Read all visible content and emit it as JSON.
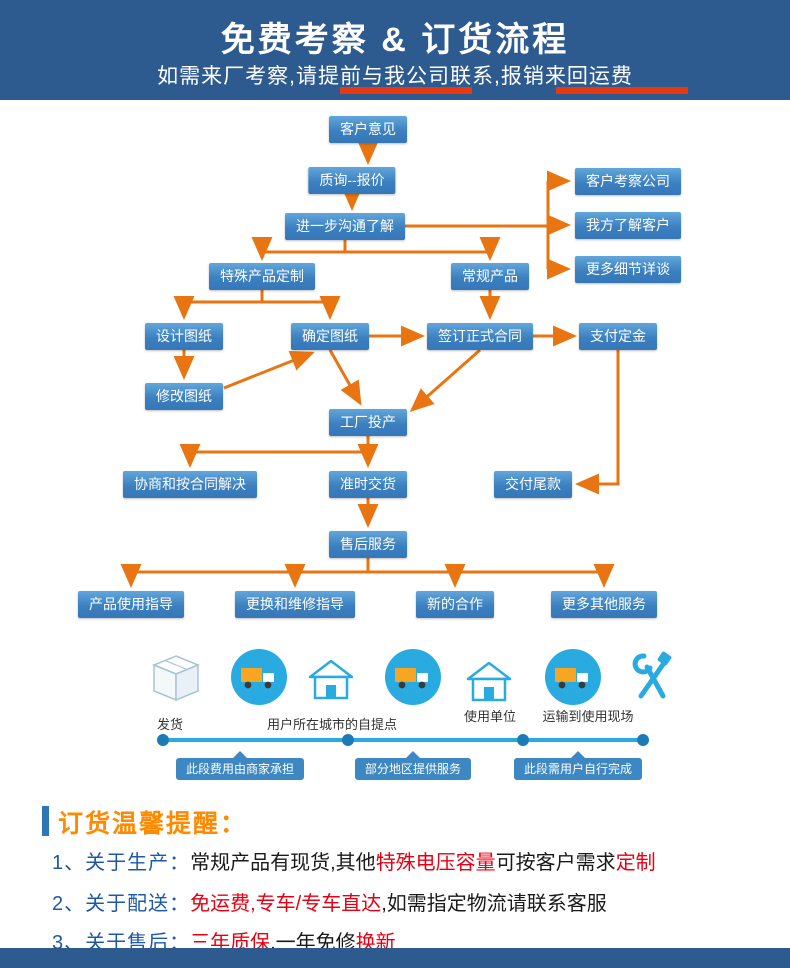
{
  "header": {
    "title": "免费考察 & 订货流程",
    "subtitle": "如需来厂考察,请提前与我公司联系,报销来回运费"
  },
  "flow": {
    "nodes": {
      "customer_opinion": "客户意见",
      "inquiry_quote": "质询--报价",
      "further_communication": "进一步沟通了解",
      "visit_company": "客户考察公司",
      "understand_customer": "我方了解客户",
      "more_details": "更多细节详谈",
      "custom_product": "特殊产品定制",
      "regular_product": "常规产品",
      "design_drawing": "设计图纸",
      "confirm_drawing": "确定图纸",
      "sign_contract": "签订正式合同",
      "pay_deposit": "支付定金",
      "modify_drawing": "修改图纸",
      "factory_production": "工厂投产",
      "negotiate_per_contract": "协商和按合同解决",
      "on_time_delivery": "准时交货",
      "pay_balance": "交付尾款",
      "after_sales": "售后服务",
      "usage_guidance": "产品使用指导",
      "replace_repair_guidance": "更换和维修指导",
      "new_cooperation": "新的合作",
      "more_services": "更多其他服务"
    }
  },
  "logistics": {
    "stage_labels": [
      "发货",
      "用户所在城市的自提点",
      "使用单位",
      "运输到使用现场"
    ],
    "segment_labels": [
      "此段费用由商家承担",
      "部分地区提供服务",
      "此段需用户自行完成"
    ]
  },
  "reminder": {
    "title": "订货温馨提醒：",
    "items": [
      {
        "label": "1、关于生产：",
        "segments": [
          {
            "text": "常规产品有现货,其他"
          },
          {
            "text": "特殊电压容量"
          },
          {
            "text": "可按客户需求"
          },
          {
            "text": "定制"
          }
        ]
      },
      {
        "label": "2、关于配送：",
        "segments": [
          {
            "text": "免运费,专车/专车直达"
          },
          {
            "text": ",如需指定物流请联系客服"
          }
        ]
      },
      {
        "label": "3、关于售后：",
        "segments": [
          {
            "text": "三年质保"
          },
          {
            "text": ",一年免修"
          },
          {
            "text": "换新"
          }
        ]
      }
    ]
  },
  "colors": {
    "header_blue": "#2d5a8f",
    "box_blue": "#3c80c0",
    "arrow_orange": "#e87511",
    "underline_red": "#e8380f",
    "timeline_blue": "#29abe2",
    "segment_label_blue": "#3d87c2",
    "reminder_title_orange": "#ff8a00",
    "reminder_label_blue": "#1e58a8",
    "highlight_red": "#e60012"
  }
}
